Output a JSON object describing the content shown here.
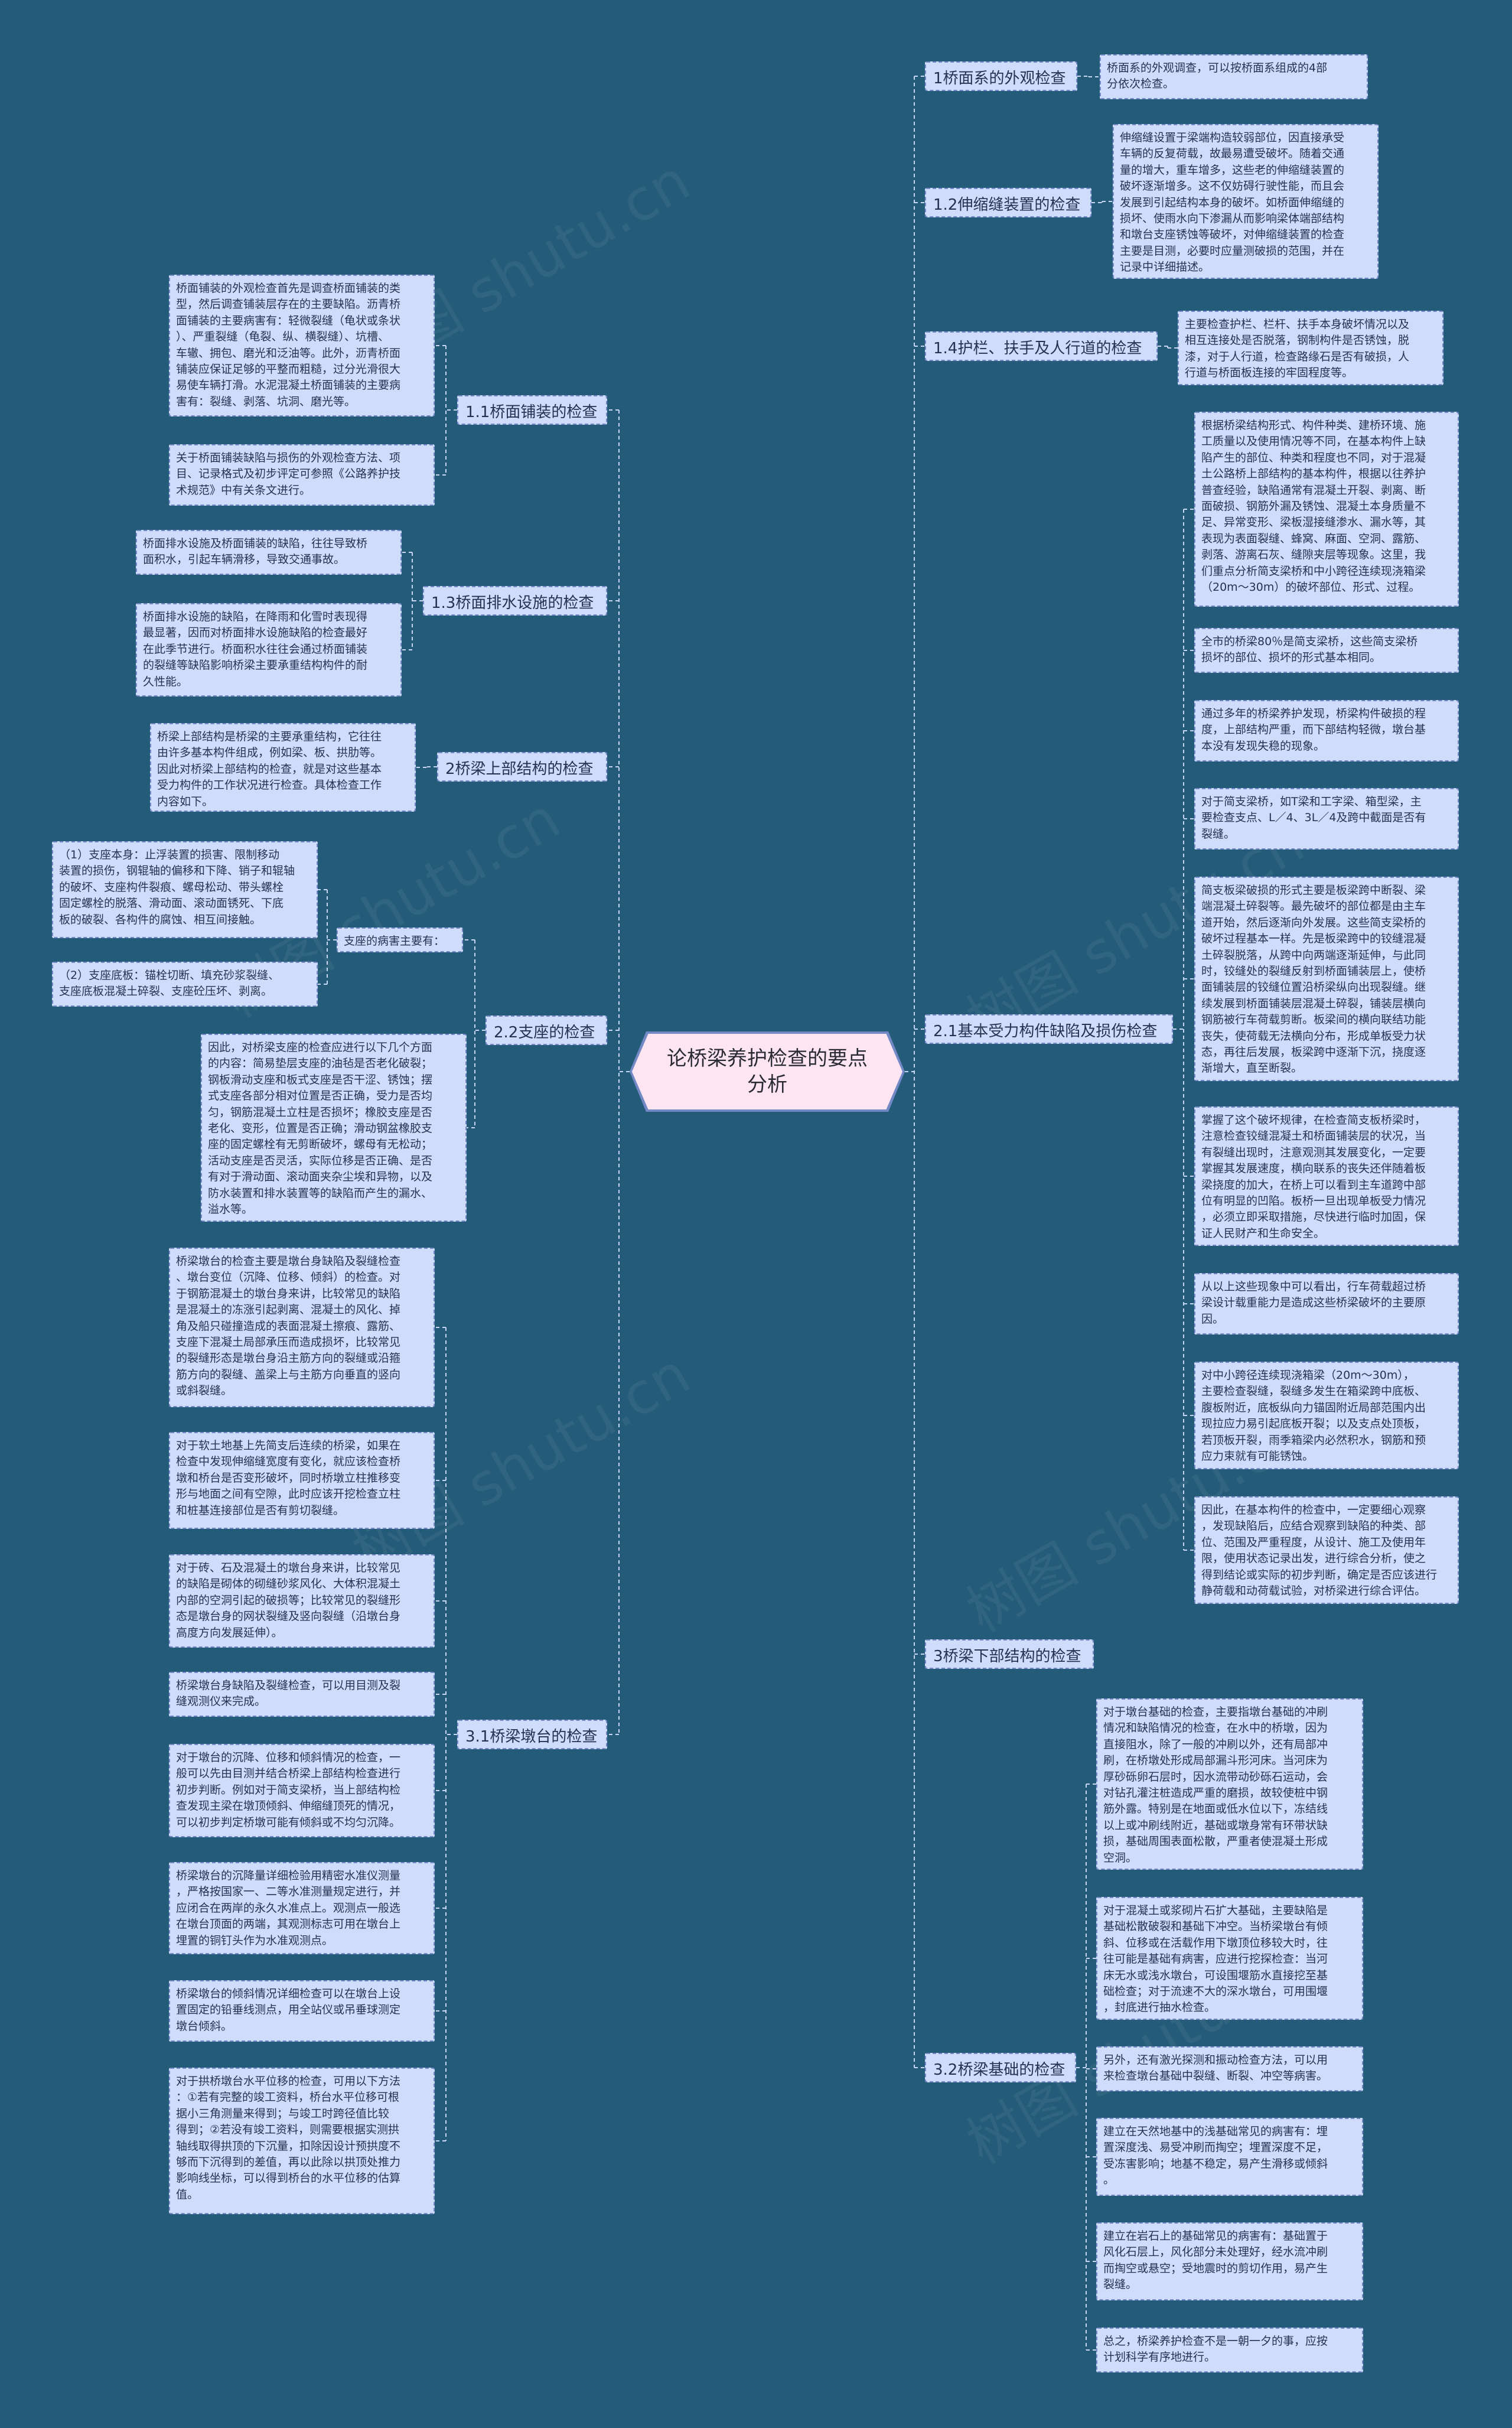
{
  "root": {
    "title": "论桥梁养护检查的要点分析"
  },
  "branches": [
    {
      "id": "b1",
      "label": "1桥面系的外观检查"
    },
    {
      "id": "b12",
      "label": "1.2伸缩缝装置的检查"
    },
    {
      "id": "b14",
      "label": "1.4护栏、扶手及人行道的检查"
    },
    {
      "id": "b21",
      "label": "2.1基本受力构件缺陷及损伤检查"
    },
    {
      "id": "b3",
      "label": "3桥梁下部结构的检查"
    },
    {
      "id": "b32",
      "label": "3.2桥梁基础的检查"
    },
    {
      "id": "b11",
      "label": "1.1桥面铺装的检查"
    },
    {
      "id": "b13",
      "label": "1.3桥面排水设施的检查"
    },
    {
      "id": "b2",
      "label": "2桥梁上部结构的检查"
    },
    {
      "id": "b22",
      "label": "2.2支座的检查"
    },
    {
      "id": "b31",
      "label": "3.1桥梁墩台的检查"
    }
  ],
  "notes": [
    {
      "id": "n1a",
      "text": "桥面系的外观调查，可以按桥面系组成的4部\n分依次检查。"
    },
    {
      "id": "n12a",
      "text": "伸缩缝设置于梁端构造较弱部位，因直接承受\n车辆的反复荷载，故最易遭受破坏。随着交通\n量的增大，重车增多，这些老的伸缩缝装置的\n破坏逐渐增多。这不仅妨碍行驶性能，而且会\n发展到引起结构本身的破坏。如桥面伸缩缝的\n损坏、使雨水向下渗漏从而影响梁体端部结构\n和墩台支座锈蚀等破坏，对伸缩缝装置的检查\n主要是目测，必要时应量测破损的范围，并在\n记录中详细描述。"
    },
    {
      "id": "n14a",
      "text": "主要检查护栏、栏杆、扶手本身破坏情况以及\n相互连接处是否脱落，钢制构件是否锈蚀，脱\n漆，对于人行道，检查路缘石是否有破损，人\n行道与桥面板连接的牢固程度等。"
    },
    {
      "id": "n21a",
      "text": "根据桥梁结构形式、构件种类、建桥环境、施\n工质量以及使用情况等不同，在基本构件上缺\n陷产生的部位、种类和程度也不同，对于混凝\n土公路桥上部结构的基本构件，根据以往养护\n普查经验，缺陷通常有混凝土开裂、剥离、断\n面破损、钢筋外漏及锈蚀、混凝土本身质量不\n足、异常变形、梁板湿接缝渗水、漏水等，其\n表现为表面裂缝、蜂窝、麻面、空洞、露筋、\n剥落、游离石灰、缝隙夹层等现象。这里，我\n们重点分析简支梁桥和中小跨径连续现浇箱梁\n（20m～30m）的破坏部位、形式、过程。"
    },
    {
      "id": "n21b",
      "text": "全市的桥梁80％是简支梁桥，这些简支梁桥\n损坏的部位、损坏的形式基本相同。"
    },
    {
      "id": "n21c",
      "text": "通过多年的桥梁养护发现，桥梁构件破损的程\n度，上部结构严重，而下部结构轻微，墩台基\n本没有发现失稳的现象。"
    },
    {
      "id": "n21d",
      "text": "对于简支梁桥，如T梁和工字梁、箱型梁，主\n要检查支点、L／4、3L／4及跨中截面是否有\n裂缝。"
    },
    {
      "id": "n21e",
      "text": "简支板梁破损的形式主要是板梁跨中断裂、梁\n端混凝土碎裂等。最先破坏的部位都是由主车\n道开始，然后逐渐向外发展。这些简支梁桥的\n破坏过程基本一样。先是板梁跨中的铰缝混凝\n土碎裂脱落，从跨中向两端逐渐延伸，与此同\n时，铰缝处的裂缝反射到桥面铺装层上，使桥\n面铺装层的铰缝位置沿桥梁纵向出现裂缝。继\n续发展到桥面铺装层混凝土碎裂，铺装层横向\n钢筋被行车荷载剪断。板梁间的横向联结功能\n丧失，使荷载无法横向分布，形成单板受力状\n态，再往后发展，板梁跨中逐渐下沉，挠度逐\n渐增大，直至断裂。"
    },
    {
      "id": "n21f",
      "text": "掌握了这个破坏规律，在检查简支板桥梁时，\n注意检查铰缝混凝土和桥面铺装层的状况，当\n有裂缝出现时，注意观测其发展变化，一定要\n掌握其发展速度，横向联系的丧失还伴随着板\n梁挠度的加大，在桥上可以看到主车道跨中部\n位有明显的凹陷。板桥一旦出现单板受力情况\n，必须立即采取措施，尽快进行临时加固，保\n证人民财产和生命安全。"
    },
    {
      "id": "n21g",
      "text": "从以上这些现象中可以看出，行车荷载超过桥\n梁设计载重能力是造成这些桥梁破坏的主要原\n因。"
    },
    {
      "id": "n21h",
      "text": "对中小跨径连续现浇箱梁（20m～30m），\n主要检查裂缝，裂缝多发生在箱梁跨中底板、\n腹板附近，底板纵向力锚固附近局部范围内出\n现拉应力易引起底板开裂；以及支点处顶板，\n若顶板开裂，雨季箱梁内必然积水，钢筋和预\n应力束就有可能锈蚀。"
    },
    {
      "id": "n21i",
      "text": "因此，在基本构件的检查中，一定要细心观察\n，发现缺陷后，应结合观察到缺陷的种类、部\n位、范围及严重程度，从设计、施工及使用年\n限，使用状态记录出发，进行综合分析，使之\n得到结论或实际的初步判断，确定是否应该进行\n静荷载和动荷载试验，对桥梁进行综合评估。"
    },
    {
      "id": "n32a",
      "text": "对于墩台基础的检查，主要指墩台基础的冲刷\n情况和缺陷情况的检查，在水中的桥墩，因为\n直接阻水，除了一般的冲刷以外，还有局部冲\n刷，在桥墩处形成局部漏斗形河床。当河床为\n厚砂砾卵石层时，因水流带动砂砾石运动，会\n对钻孔灌注桩造成严重的磨损，故较使桩中钢\n筋外露。特别是在地面或低水位以下，冻结线\n以上或冲刷线附近，基础或墩身常有环带状缺\n损，基础周围表面松散，严重者使混凝土形成\n空洞。"
    },
    {
      "id": "n32b",
      "text": "对于混凝土或浆砌片石扩大基础，主要缺陷是\n基础松散破裂和基础下冲空。当桥梁墩台有倾\n斜、位移或在活载作用下墩顶位移较大时，往\n往可能是基础有病害，应进行挖探检查：当河\n床无水或浅水墩台，可设围堰筋水直接挖至基\n础检查；对于流速不大的深水墩台，可用围堰\n，封底进行抽水检查。"
    },
    {
      "id": "n32c",
      "text": "另外，还有激光探测和振动检查方法，可以用\n来检查墩台基础中裂缝、断裂、冲空等病害。"
    },
    {
      "id": "n32d",
      "text": "建立在天然地基中的浅基础常见的病害有：埋\n置深度浅、易受冲刷而掏空；埋置深度不足，\n受冻害影响；地基不稳定，易产生滑移或倾斜\n。"
    },
    {
      "id": "n32e",
      "text": "建立在岩石上的基础常见的病害有：基础置于\n风化石层上，风化部分未处理好，经水流冲刷\n而掏空或悬空；受地震时的剪切作用，易产生\n裂缝。"
    },
    {
      "id": "n32f",
      "text": "总之，桥梁养护检查不是一朝一夕的事，应按\n计划科学有序地进行。"
    },
    {
      "id": "n11a",
      "text": "桥面铺装的外观检查首先是调查桥面铺装的类\n型，然后调查铺装层存在的主要缺陷。沥青桥\n面铺装的主要病害有：轻微裂缝（龟状或条状\n）、严重裂缝（龟裂、纵、横裂缝）、坑槽、\n车辙、拥包、磨光和泛油等。此外，沥青桥面\n铺装应保证足够的平整而粗糙，过分光滑很大\n易使车辆打滑。水泥混凝土桥面铺装的主要病\n害有：裂缝、剥落、坑洞、磨光等。"
    },
    {
      "id": "n11b",
      "text": "关于桥面铺装缺陷与损伤的外观检查方法、项\n目、记录格式及初步评定可参照《公路养护技\n术规范》中有关条文进行。"
    },
    {
      "id": "n13a",
      "text": "桥面排水设施及桥面铺装的缺陷，往往导致桥\n面积水，引起车辆滑移，导致交通事故。"
    },
    {
      "id": "n13b",
      "text": "桥面排水设施的缺陷，在降雨和化雪时表现得\n最显著，因而对桥面排水设施缺陷的检查最好\n在此季节进行。桥面积水往往会通过桥面铺装\n的裂缝等缺陷影响桥梁主要承重结构构件的耐\n久性能。"
    },
    {
      "id": "n2a",
      "text": "桥梁上部结构是桥梁的主要承重结构，它往往\n由许多基本构件组成，例如梁、板、拱肋等。\n因此对桥梁上部结构的检查，就是对这些基本\n受力构件的工作状况进行检查。具体检查工作\n内容如下。"
    },
    {
      "id": "n22title",
      "text": "支座的病害主要有："
    },
    {
      "id": "n22a",
      "text": "（1）支座本身：止浮装置的损害、限制移动\n装置的损伤，钢辊轴的偏移和下降、销子和辊轴\n的破坏、支座构件裂痕、螺母松动、带头螺栓\n固定螺栓的脱落、滑动面、滚动面锈死、下底\n板的破裂、各构件的腐蚀、相互间接触。"
    },
    {
      "id": "n22b",
      "text": "（2）支座底板：锚栓切断、填充砂浆裂缝、\n支座底板混凝土碎裂、支座砼压坏、剥离。"
    },
    {
      "id": "n22c",
      "text": "因此，对桥梁支座的检查应进行以下几个方面\n的内容：简易垫层支座的油毡是否老化破裂；\n钢板滑动支座和板式支座是否干涩、锈蚀；摆\n式支座各部分相对位置是否正确，受力是否均\n匀，钢筋混凝土立柱是否损坏；橡胶支座是否\n老化、变形，位置是否正确；滑动钢盆橡胶支\n座的固定螺栓有无剪断破坏，螺母有无松动；\n活动支座是否灵活，实际位移是否正确、是否\n有对于滑动面、滚动面夹杂尘埃和异物，以及\n防水装置和排水装置等的缺陷而产生的漏水、\n溢水等。"
    },
    {
      "id": "n31a",
      "text": "桥梁墩台的检查主要是墩台身缺陷及裂缝检查\n、墩台变位（沉降、位移、倾斜）的检查。对\n于钢筋混凝土的墩台身来讲，比较常见的缺陷\n是混凝土的冻涨引起剥离、混凝土的风化、掉\n角及船只碰撞造成的表面混凝土擦痕、露筋、\n支座下混凝土局部承压而造成损坏，比较常见\n的裂缝形态是墩台身沿主筋方向的裂缝或沿箍\n筋方向的裂缝、盖梁上与主筋方向垂直的竖向\n或斜裂缝。"
    },
    {
      "id": "n31b",
      "text": "对于软土地基上先简支后连续的桥梁，如果在\n检查中发现伸缩缝宽度有变化，就应该检查桥\n墩和桥台是否变形破坏，同时桥墩立柱推移变\n形与地面之间有空隙，此时应该开挖检查立柱\n和桩基连接部位是否有剪切裂缝。"
    },
    {
      "id": "n31c",
      "text": "对于砖、石及混凝土的墩台身来讲，比较常见\n的缺陷是砌体的砌缝砂浆风化、大体积混凝土\n内部的空洞引起的破损等；比较常见的裂缝形\n态是墩台身的网状裂缝及竖向裂缝（沿墩台身\n高度方向发展延伸）。"
    },
    {
      "id": "n31d",
      "text": "桥梁墩台身缺陷及裂缝检查，可以用目测及裂\n缝观测仪来完成。"
    },
    {
      "id": "n31e",
      "text": "对于墩台的沉降、位移和倾斜情况的检查，一\n般可以先由目测并结合桥梁上部结构检查进行\n初步判断。例如对于简支梁桥，当上部结构检\n查发现主梁在墩顶倾斜、伸缩缝顶死的情况，\n可以初步判定桥墩可能有倾斜或不均匀沉降。"
    },
    {
      "id": "n31f",
      "text": "桥梁墩台的沉降量详细检验用精密水准仪测量\n，严格按国家一、二等水准测量规定进行，并\n应闭合在两岸的永久水准点上。观测点一般选\n在墩台顶面的两端，其观测标志可用在墩台上\n埋置的铜钉头作为水准观测点。"
    },
    {
      "id": "n31g",
      "text": "桥梁墩台的倾斜情况详细检查可以在墩台上设\n置固定的铅垂线测点，用全站仪或吊垂球测定\n墩台倾斜。"
    },
    {
      "id": "n31h",
      "text": "对于拱桥墩台水平位移的检查，可用以下方法\n：①若有完整的竣工资料，桥台水平位移可根\n据小三角测量来得到；与竣工时跨径值比较\n得到；②若没有竣工资料，则需要根据实测拱\n轴线取得拱顶的下沉量，扣除因设计预拱度不\n够而下沉得到的差值，再以此除以拱顶处推力\n影响线坐标，可以得到桥台的水平位移的估算\n值。"
    }
  ],
  "watermarks": [
    "树图 shutu.cn",
    "树图 shutu.cn",
    "树图 shutu.cn",
    "树图 shutu.cn",
    "树图 shutu.cn",
    "树图 shutu.cn"
  ]
}
